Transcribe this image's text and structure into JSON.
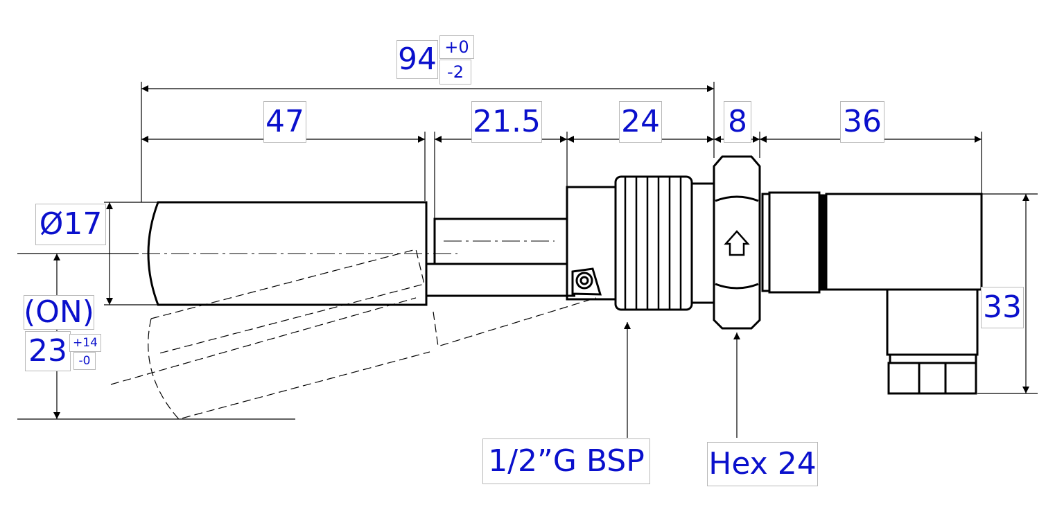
{
  "dimensions": {
    "overall": {
      "value": "94",
      "tol_upper": "+0",
      "tol_lower": "-2"
    },
    "float_length": "47",
    "stem_length": "21.5",
    "thread_length": "24",
    "hex_width": "8",
    "connector_length": "36",
    "float_diameter": "Ø17",
    "connector_height": "33",
    "switch_state": "(ON)",
    "switch_travel": {
      "value": "23",
      "tol_upper": "+14",
      "tol_lower": "-0"
    }
  },
  "callouts": {
    "thread": "1/2”G BSP",
    "hex": "Hex 24"
  },
  "colors": {
    "dimension_text": "#0a10cc",
    "lines": "#000000",
    "label_border": "#b8b8b8"
  }
}
